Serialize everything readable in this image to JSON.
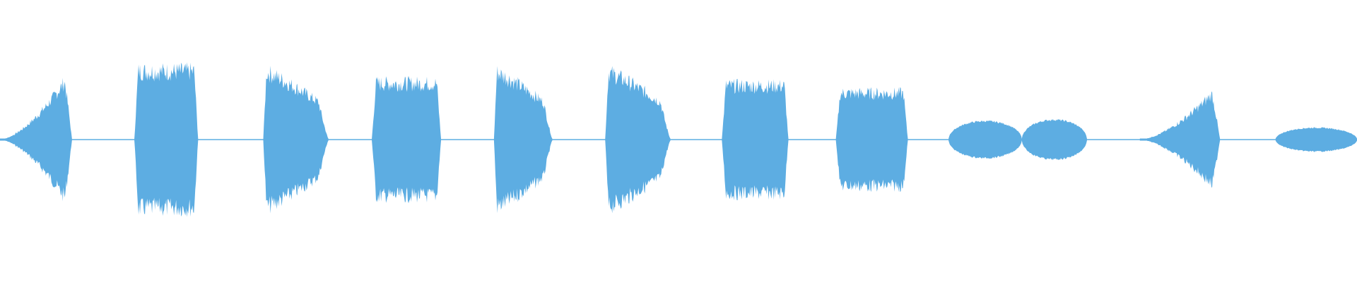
{
  "waveform": {
    "color": "#5DADE2",
    "background": "#FFFFFF",
    "baseline_amplitude": 0.01,
    "segments": [
      {
        "shape": "ramp-up",
        "peak": 0.56,
        "start": 0.0,
        "end": 0.053
      },
      {
        "shape": "plateau",
        "peak": 0.56,
        "start": 0.099,
        "end": 0.146
      },
      {
        "shape": "decay",
        "peak": 0.56,
        "start": 0.194,
        "end": 0.242
      },
      {
        "shape": "plateau",
        "peak": 0.46,
        "start": 0.274,
        "end": 0.325
      },
      {
        "shape": "decay",
        "peak": 0.56,
        "start": 0.364,
        "end": 0.407
      },
      {
        "shape": "decay",
        "peak": 0.56,
        "start": 0.446,
        "end": 0.494
      },
      {
        "shape": "plateau",
        "peak": 0.44,
        "start": 0.532,
        "end": 0.581
      },
      {
        "shape": "plateau",
        "peak": 0.38,
        "start": 0.616,
        "end": 0.669
      },
      {
        "shape": "ellipse",
        "peak": 0.14,
        "start": 0.699,
        "end": 0.753
      },
      {
        "shape": "ellipse",
        "peak": 0.15,
        "start": 0.753,
        "end": 0.801
      },
      {
        "shape": "ramp-up",
        "peak": 0.44,
        "start": 0.84,
        "end": 0.899
      },
      {
        "shape": "ellipse",
        "peak": 0.09,
        "start": 0.94,
        "end": 1.0
      }
    ]
  }
}
